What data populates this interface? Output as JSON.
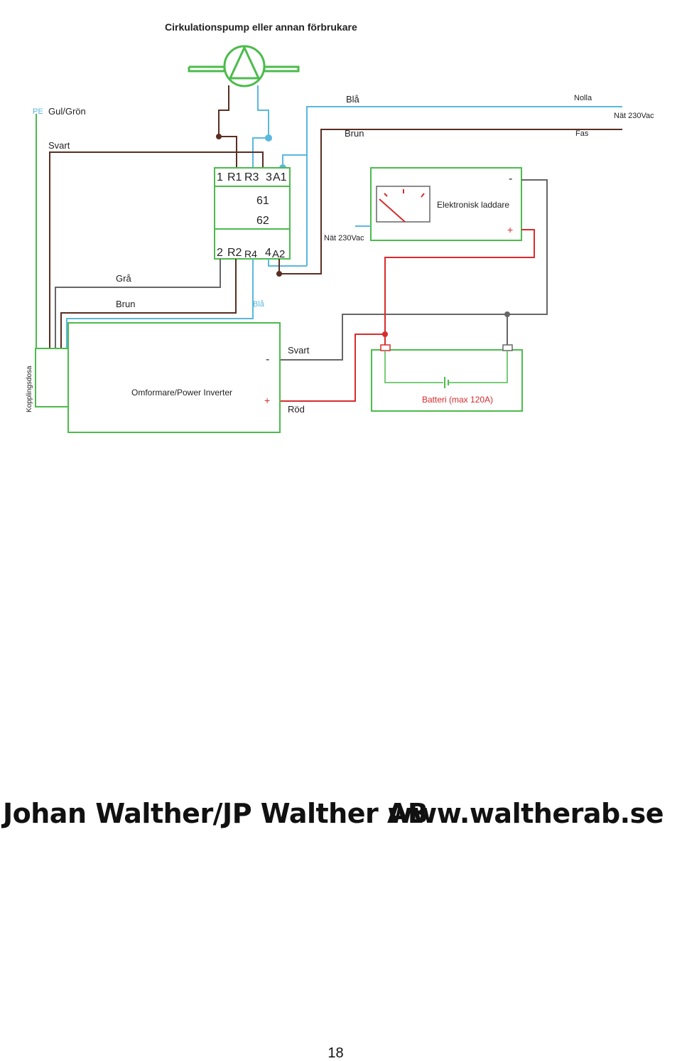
{
  "diagram": {
    "title": "Cirkulationspump eller annan förbrukare",
    "labels": {
      "pe": "PE",
      "gul_gron": "Gul/Grön",
      "svart_top": "Svart",
      "bla_top": "Blå",
      "brun_top": "Brun",
      "nolla": "Nolla",
      "fas": "Fas",
      "nat_230_right": "Nät 230Vac",
      "nat_230_charger": "Nät 230Vac",
      "gra": "Grå",
      "brun_mid": "Brun",
      "bla_mid": "Blå",
      "svart_mid": "Svart",
      "rod": "Röd",
      "kopplingsdosa": "Kopplingsdosa"
    },
    "relay": {
      "top": [
        "1",
        "R1",
        "R3",
        "3",
        "A1"
      ],
      "mid1": "61",
      "mid2": "62",
      "bottom": [
        "2",
        "R2",
        "R4",
        "4",
        "A2"
      ]
    },
    "charger": {
      "label": "Elektronisk laddare",
      "minus": "-",
      "plus": "+"
    },
    "inverter": {
      "label": "Omformare/Power Inverter",
      "minus": "-",
      "plus": "+"
    },
    "battery": {
      "label": "Batteri (max 120A)",
      "minus": "-",
      "plus": "+"
    },
    "colors": {
      "green": "#4cbb4c",
      "blue": "#5ab8dc",
      "brown": "#5a2e22",
      "gray": "#666666",
      "red": "#d92b2b"
    }
  },
  "footer": {
    "left": "Johan Walther/JP Walther AB",
    "right": "www.waltherab.se"
  },
  "page_number": "18"
}
